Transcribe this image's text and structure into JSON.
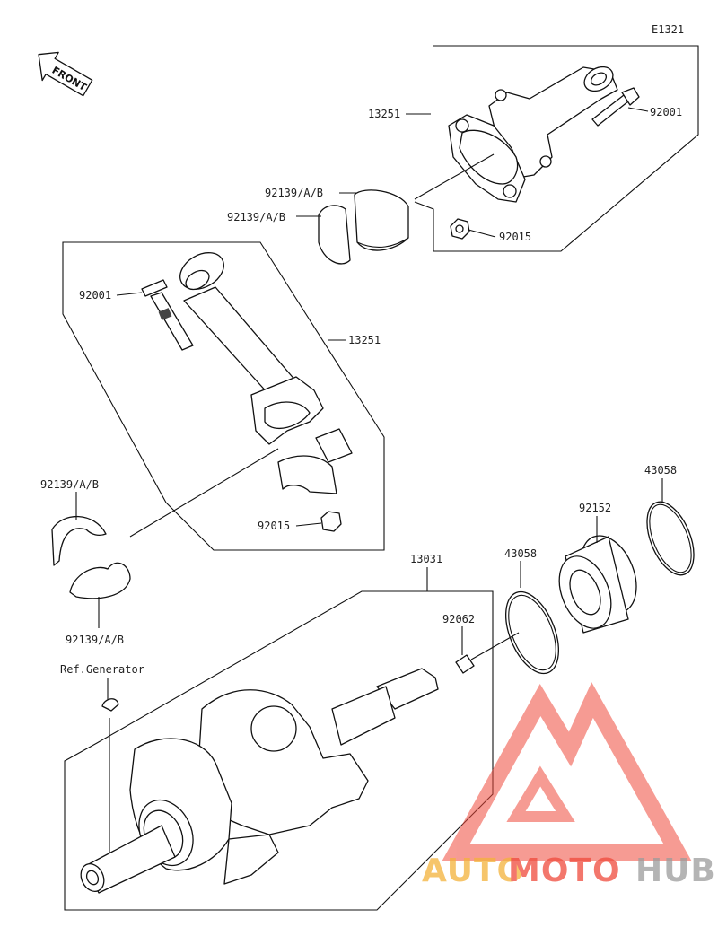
{
  "diagram_code": "E1321",
  "front_label": "FRONT",
  "labels": {
    "rod_upper": "13251",
    "bolt_upper": "92001",
    "bearing_a1": "92139/A/B",
    "bearing_a2": "92139/A/B",
    "nut_upper": "92015",
    "bolt_lower": "92001",
    "rod_lower": "13251",
    "bearing_b1": "92139/A/B",
    "nut_lower": "92015",
    "bearing_b2": "92139/A/B",
    "crankshaft": "13031",
    "ring_left": "43058",
    "collar": "92152",
    "ring_right": "43058",
    "plug": "92062",
    "ref_generator": "Ref.Generator"
  },
  "watermark": {
    "brand_auto": "AUTO",
    "brand_moto": "MOTO",
    "brand_hub": "HUB",
    "colors": {
      "auto": "#f4b23a",
      "moto": "#f04a3c",
      "hub": "#9b9b9b",
      "logo": "#f04a3c"
    }
  }
}
